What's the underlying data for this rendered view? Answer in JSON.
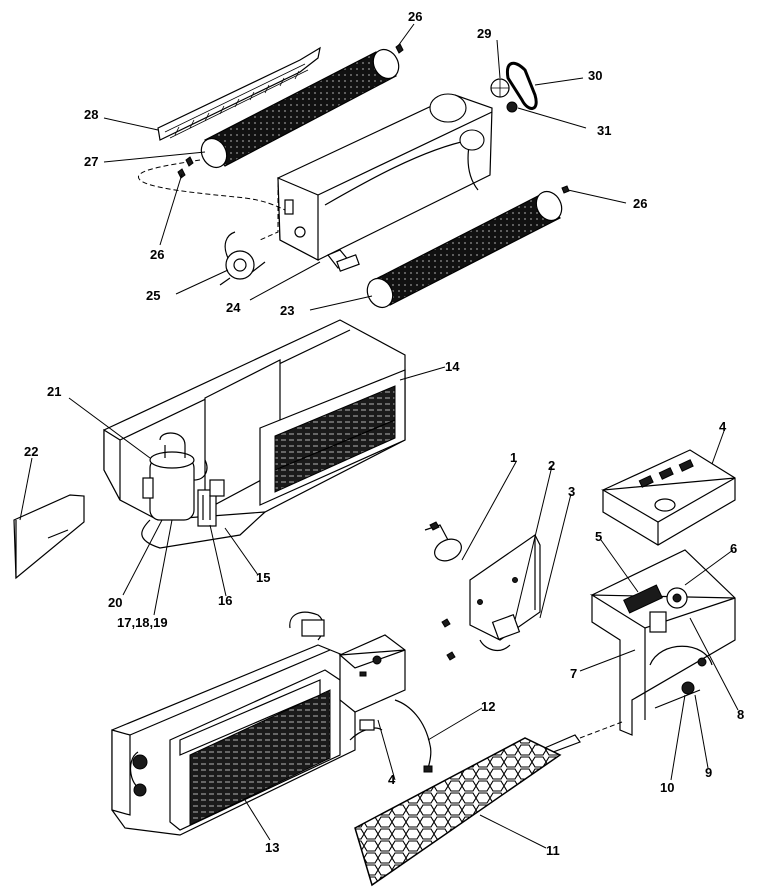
{
  "callouts": {
    "c1": "1",
    "c2": "2",
    "c3": "3",
    "c4a": "4",
    "c4b": "4",
    "c5": "5",
    "c6": "6",
    "c7": "7",
    "c8": "8",
    "c9": "9",
    "c10": "10",
    "c11": "11",
    "c12": "12",
    "c13": "13",
    "c14": "14",
    "c15": "15",
    "c16": "16",
    "c17": "17,18,19",
    "c20": "20",
    "c21": "21",
    "c22": "22",
    "c23": "23",
    "c24": "24",
    "c25": "25",
    "c26a": "26",
    "c26b": "26",
    "c26c": "26",
    "c27": "27",
    "c28": "28",
    "c29": "29",
    "c30": "30",
    "c31": "31"
  }
}
